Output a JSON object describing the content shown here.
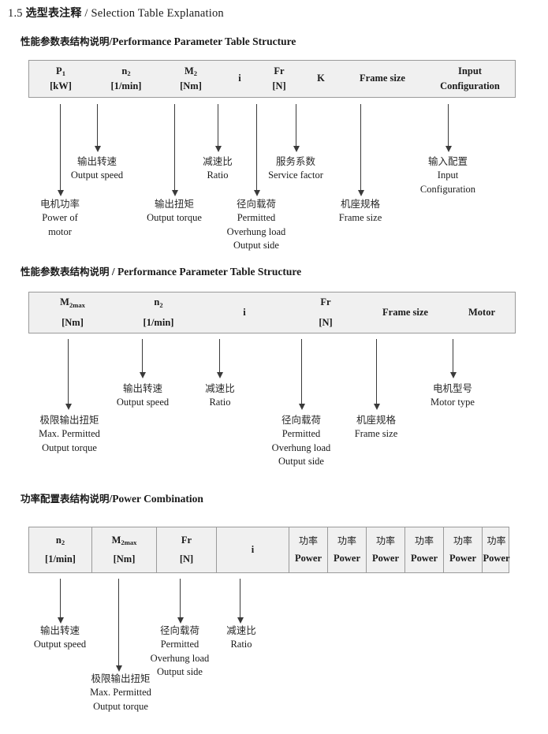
{
  "document": {
    "title_number": "1.5",
    "title_cn": "选型表注释",
    "title_sep": "/",
    "title_en": "Selection Table Explanation"
  },
  "sections": [
    {
      "heading_cn": "性能参数表结构说明",
      "heading_sep": "/",
      "heading_en": "Performance Parameter Table Structure",
      "table": {
        "divided": false,
        "columns": [
          {
            "line1": "P",
            "sub1": "1",
            "line2": "[kW]"
          },
          {
            "line1": "n",
            "sub1": "2",
            "line2": "[1/min]"
          },
          {
            "line1": "M",
            "sub1": "2",
            "line2": "[Nm]"
          },
          {
            "line1": "i",
            "sub1": "",
            "line2": ""
          },
          {
            "line1": "Fr",
            "sub1": "",
            "line2": "[N]"
          },
          {
            "line1": "K",
            "sub1": "",
            "line2": ""
          },
          {
            "line1": "Frame size",
            "sub1": "",
            "line2": ""
          },
          {
            "line1": "Input",
            "sub1": "",
            "line2": "Configuration"
          }
        ]
      },
      "callouts": [
        {
          "cn": "电机功率",
          "en": [
            "Power of",
            "motor"
          ]
        },
        {
          "cn": "输出转速",
          "en": [
            "Output speed"
          ]
        },
        {
          "cn": "输出扭矩",
          "en": [
            "Output torque"
          ]
        },
        {
          "cn": "减速比",
          "en": [
            "Ratio"
          ]
        },
        {
          "cn": "径向载荷",
          "en": [
            "Permitted",
            "Overhung load",
            "Output side"
          ]
        },
        {
          "cn": "服务系数",
          "en": [
            "Service factor"
          ]
        },
        {
          "cn": "机座规格",
          "en": [
            "Frame size"
          ]
        },
        {
          "cn": "输入配置",
          "en": [
            "Input",
            "Configuration"
          ]
        }
      ]
    },
    {
      "heading_cn": "性能参数表结构说明",
      "heading_sep": "/",
      "heading_en": "Performance Parameter Table Structure",
      "table": {
        "divided": false,
        "columns": [
          {
            "line1": "M",
            "sub1": "2max",
            "line2": "[Nm]"
          },
          {
            "line1": "n",
            "sub1": "2",
            "line2": "[1/min]"
          },
          {
            "line1": "i",
            "sub1": "",
            "line2": ""
          },
          {
            "line1": "Fr",
            "sub1": "",
            "line2": "[N]"
          },
          {
            "line1": "Frame size",
            "sub1": "",
            "line2": ""
          },
          {
            "line1": "Motor",
            "sub1": "",
            "line2": ""
          }
        ]
      },
      "callouts": [
        {
          "cn": "极限输出扭矩",
          "en": [
            "Max. Permitted",
            "Output  torque"
          ]
        },
        {
          "cn": "输出转速",
          "en": [
            "Output speed"
          ]
        },
        {
          "cn": "减速比",
          "en": [
            "Ratio"
          ]
        },
        {
          "cn": "径向载荷",
          "en": [
            "Permitted",
            "Overhung load",
            "Output side"
          ]
        },
        {
          "cn": "机座规格",
          "en": [
            "Frame size"
          ]
        },
        {
          "cn": "电机型号",
          "en": [
            "Motor type"
          ]
        }
      ]
    },
    {
      "heading_cn": "功率配置表结构说明",
      "heading_sep": "/",
      "heading_en": "Power Combination",
      "table": {
        "divided": true,
        "columns": [
          {
            "line1": "n",
            "sub1": "2",
            "line2": "[1/min]"
          },
          {
            "line1": "M",
            "sub1": "2max",
            "line2": "[Nm]"
          },
          {
            "line1": "Fr",
            "sub1": "",
            "line2": "[N]"
          },
          {
            "line1": "i",
            "sub1": "",
            "line2": ""
          },
          {
            "cn_line1": "功率",
            "line2": "Power"
          },
          {
            "cn_line1": "功率",
            "line2": "Power"
          },
          {
            "cn_line1": "功率",
            "line2": "Power"
          },
          {
            "cn_line1": "功率",
            "line2": "Power"
          },
          {
            "cn_line1": "功率",
            "line2": "Power"
          },
          {
            "cn_line1": "功率",
            "line2": "Power"
          }
        ]
      },
      "callouts": [
        {
          "cn": "输出转速",
          "en": [
            "Output speed"
          ]
        },
        {
          "cn": "极限输出扭矩",
          "en": [
            "Max. Permitted",
            "Output  torque"
          ]
        },
        {
          "cn": "径向载荷",
          "en": [
            "Permitted",
            "Overhung load",
            "Output side"
          ]
        },
        {
          "cn": "减速比",
          "en": [
            "Ratio"
          ]
        }
      ]
    }
  ]
}
